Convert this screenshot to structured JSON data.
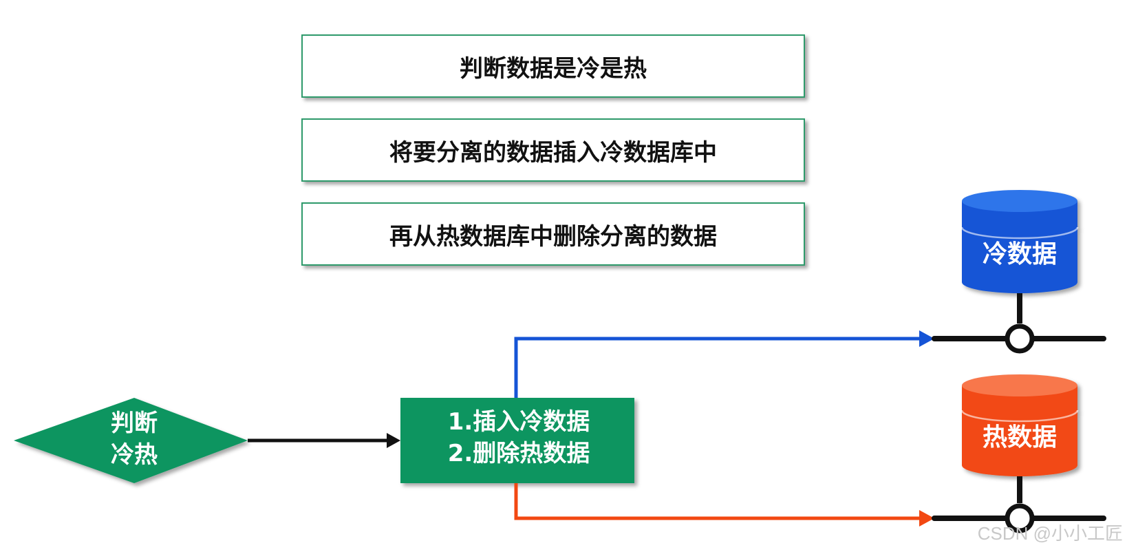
{
  "steps": [
    "判断数据是冷是热",
    "将要分离的数据插入冷数据库中",
    "再从热数据库中删除分离的数据"
  ],
  "decision": {
    "line1": "判断",
    "line2": "冷热"
  },
  "process": {
    "line1": "1.插入冷数据",
    "line2": "2.删除热数据"
  },
  "databases": {
    "cold": {
      "label": "冷数据",
      "color": "#1554d6"
    },
    "hot": {
      "label": "热数据",
      "color": "#f24812"
    }
  },
  "colors": {
    "green": "#0f9560",
    "blue_arrow": "#1554d6",
    "orange_arrow": "#f24812"
  },
  "watermark": "CSDN @小小工匠"
}
